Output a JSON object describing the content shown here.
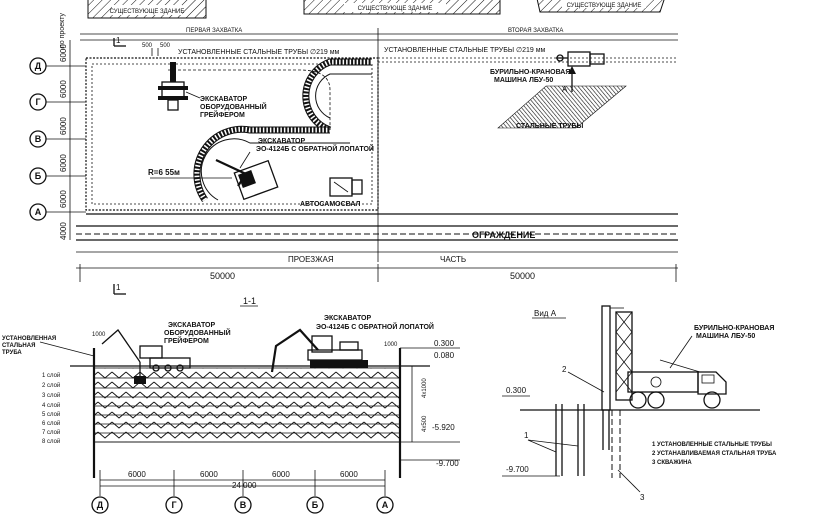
{
  "plan": {
    "existing_buildings": [
      "СУЩЕСТВУЮЩЕ ЗДАНИЕ",
      "СУЩЕСТВУЮЩЕ ЗДАНИЕ",
      "СУЩЕСТВУЮЩЕ ЗДАНИЕ"
    ],
    "vertical_caption": "по проекту",
    "zone_first": "ПЕРВАЯ ЗАХВАТКА",
    "zone_second": "ВТОРАЯ ЗАХВАТКА",
    "pipes_installed_1": "УСТАНОВЛЕННЫЕ СТАЛЬНЫЕ ТРУБЫ ∅219 мм",
    "pipes_installed_2": "УСТАНОВЛЕННЫЕ СТАЛЬНЫЕ ТРУБЫ ∅219 мм",
    "dim_500a": "500",
    "dim_500b": "500",
    "section_mark": "1",
    "axes": [
      "Д",
      "Г",
      "В",
      "Б",
      "А"
    ],
    "row_dims": [
      "6000",
      "6000",
      "6000",
      "6000",
      "6000",
      "4000"
    ],
    "excavator_grab": [
      "ЭКСКАВАТОР",
      "ОБОРУДОВАННЫЙ",
      "ГРЕЙФЕРОМ"
    ],
    "excavator_back": [
      "ЭКСКАВАТОР",
      "ЭО-4124Б С ОБРАТНОЙ ЛОПАТОЙ"
    ],
    "radius": "R=6 55м",
    "dump_truck": "АВТОСАМОСВАЛ",
    "drill_machine": [
      "БУРИЛЬНО-КРАНОВАЯ",
      "МАШИНА ЛБУ-50"
    ],
    "view_arrow": "А",
    "steel_pipes": "СТАЛЬНЫЕ ТРУБЫ",
    "fence": "ОГРАЖДЕНИЕ",
    "road_left": "ПРОЕЗЖАЯ",
    "road_right": "ЧАСТЬ",
    "dim_50000a": "50000",
    "dim_50000b": "50000"
  },
  "section": {
    "title": "1-1",
    "excavator_grab": [
      "ЭКСКАВАТОР",
      "ОБОРУДОВАННЫЙ",
      "ГРЕЙФЕРОМ"
    ],
    "excavator_back": [
      "ЭКСКАВАТОР",
      "ЭО-4124Б С ОБРАТНОЙ ЛОПАТОЙ"
    ],
    "installed_pipe": [
      "УСТАНОВЛЕННАЯ",
      "СТАЛЬНАЯ",
      "ТРУБА"
    ],
    "dim_1000a": "1000",
    "dim_1000b": "1000",
    "layers": [
      "1 слой",
      "2 слой",
      "3 слой",
      "4 слой",
      "5 слой",
      "6 слой",
      "7 слой",
      "8 слой"
    ],
    "level_top": "0.300",
    "level_2": "0.080",
    "level_3": "-5.920",
    "level_4": "-9.700",
    "side_dim_1": "4x1000",
    "side_dim_2": "4x500",
    "bottom_dims": [
      "6000",
      "6000",
      "6000",
      "6000"
    ],
    "total_dim": "24 000",
    "axes": [
      "Д",
      "Г",
      "В",
      "Б",
      "А"
    ]
  },
  "view_a": {
    "title": "Вид А",
    "machine": [
      "БУРИЛЬНО-КРАНОВАЯ",
      "МАШИНА ЛБУ-50"
    ],
    "level_1": "0.300",
    "level_2": "-9.700",
    "callout_1": "1",
    "callout_2": "2",
    "callout_3": "3",
    "legend": [
      "1 УСТАНОВЛЕННЫЕ СТАЛЬНЫЕ ТРУБЫ",
      "2 УСТАНАВЛИВАЕМАЯ СТАЛЬНАЯ ТРУБА",
      "3 СКВАЖИНА"
    ]
  }
}
